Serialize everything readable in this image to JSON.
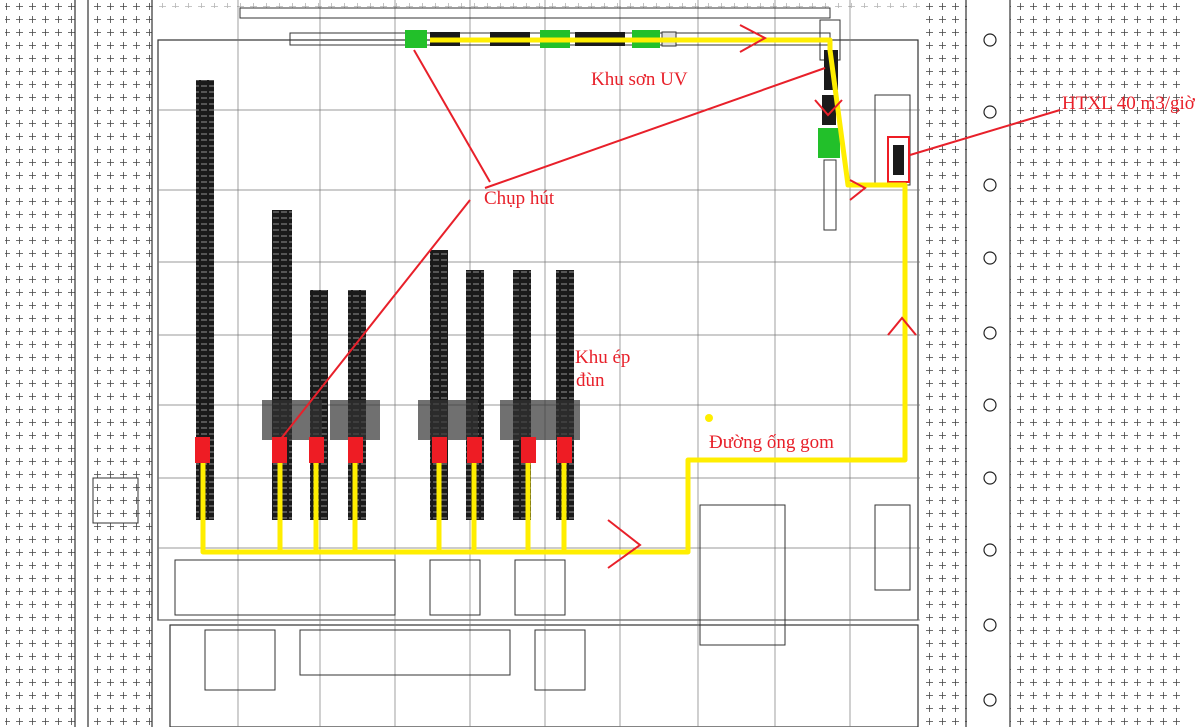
{
  "labels": {
    "uv_paint_area": "Khu sơn UV",
    "wastewater_system": "HTXL 40 m3/giờ",
    "suction_hood": "Chụp hút",
    "extrusion_area_line1": "Khu ép",
    "extrusion_area_line2": "đùn",
    "collection_pipe": "Đường ống gom"
  },
  "colors": {
    "annotation": "#e8202a",
    "pipe": "#ffee00",
    "equipment_dark": "#1a1a1a",
    "equipment_green": "#22c02a",
    "hood_red": "#ee1c24",
    "drawing_lines": "#555555"
  },
  "icons": [
    "flow-arrow-icon",
    "dot-grid-pattern",
    "column-marker-icon"
  ]
}
